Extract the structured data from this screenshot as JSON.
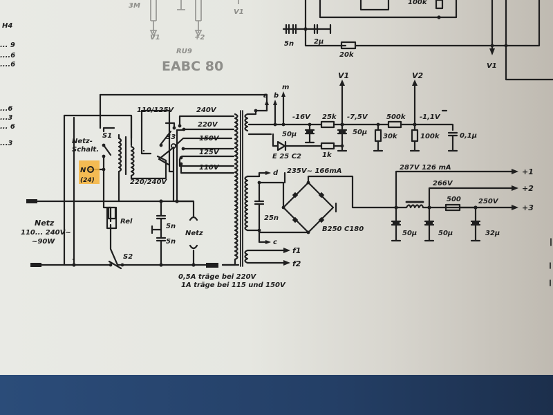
{
  "document": {
    "type": "power supply schematic (printed page, photographed)",
    "colors": {
      "paper": "#e6e7e1",
      "ink": "#1f1f1f",
      "faded_ink": "#8e8e8a",
      "highlight": "#f6b33a",
      "desk": "#243f66"
    }
  },
  "top_section": {
    "tube_stage": "RU9",
    "tube_type": "EABC 80",
    "arrow_labels": [
      "V1",
      "+2",
      "V1"
    ],
    "partial_label": "3M",
    "caps": [
      "5n",
      "2µ"
    ],
    "resistors": [
      "20k",
      "100k"
    ],
    "v1_output": "V1"
  },
  "left_margin": {
    "header": "H4",
    "rows": [
      "... 9",
      "....6",
      "....6",
      "...6",
      "...3",
      "... 6",
      "...3"
    ]
  },
  "mains": {
    "label_title": "Netz",
    "label_range": "110... 240V~",
    "label_power": "~90W",
    "switch_s1": "S1",
    "switch_s1_label_1": "Netz-",
    "switch_s1_label_2": "Schalt.",
    "indicator": "N",
    "indicator_sub": "(24)",
    "relay": "Rel",
    "switch_s2": "S2",
    "caps": [
      "5n",
      "5n"
    ],
    "outlet": "Netz",
    "fuse_note_1": "0,5A träge bei 220V",
    "fuse_note_2": "1A träge bei 115 und 150V"
  },
  "voltage_selector": {
    "switch_s3": "S3",
    "tap_labels": [
      "110/125V",
      "220/240V"
    ],
    "taps": [
      "240V",
      "220V",
      "150V",
      "125V",
      "110V"
    ]
  },
  "bias_supply": {
    "outputs": [
      "a",
      "b",
      "m"
    ],
    "v_minus16": "-16V",
    "r1": "25k",
    "v_minus75": "-7,5V",
    "r2": "500k",
    "v_minus11": "-1,1V",
    "c1": "50µ",
    "c2": "50µ",
    "r3": "1k",
    "diode": "E 25 C2",
    "r4": "30k",
    "r5": "100k",
    "c3": "0,1µ",
    "v1_label": "V1",
    "v2_label": "V2"
  },
  "hv_supply": {
    "tap_d": "d",
    "secondary": "235V~ 166mA",
    "cap": "25n",
    "tap_c": "c",
    "rectifier": "B250 C180",
    "v_plus1": "287V 126 mA",
    "v_plus2": "266V",
    "resistor": "500",
    "v_plus3": "250V",
    "caps": [
      "50µ",
      "50µ",
      "32µ"
    ],
    "outputs": [
      "+1",
      "+2",
      "+3"
    ],
    "heater_outputs": [
      "f1",
      "f2"
    ]
  }
}
